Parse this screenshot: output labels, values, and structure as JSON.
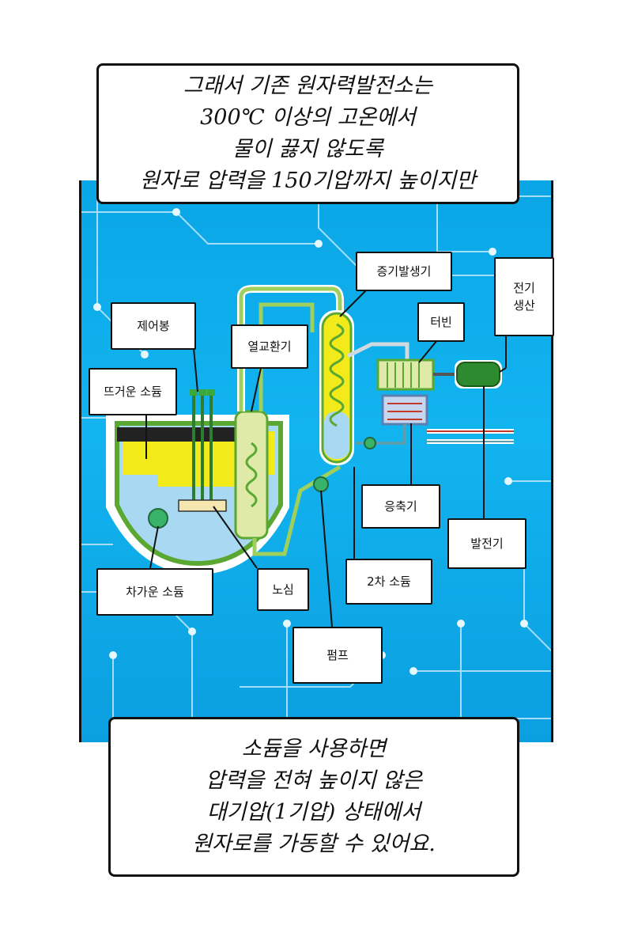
{
  "top_caption": [
    "그래서 기존 원자력발전소는",
    "300℃ 이상의 고온에서",
    "물이 끓지 않도록",
    "원자로 압력을 150기압까지 높이지만"
  ],
  "bottom_caption": [
    "소듐을 사용하면",
    "압력을 전혀 높이지 않은",
    "대기압(1기압) 상태에서",
    "원자로를 가동할 수 있어요."
  ],
  "labels": {
    "control_rod": "제어봉",
    "hot_sodium": "뜨거운 소듐",
    "heat_exchanger": "열교환기",
    "steam_generator": "증기발생기",
    "turbine": "터빈",
    "power_line1": "전기",
    "power_line2": "생산",
    "condenser": "응축기",
    "generator": "발전기",
    "secondary_sodium": "2차 소듐",
    "core": "노심",
    "cold_sodium": "차가운 소듐",
    "pump": "펌프"
  },
  "colors": {
    "background": "#12b4f0",
    "hot_sodium": "#f2ea1a",
    "cold_sodium": "#a9d9f2",
    "vessel": "#5aa832",
    "generator": "#2e8a2e"
  }
}
